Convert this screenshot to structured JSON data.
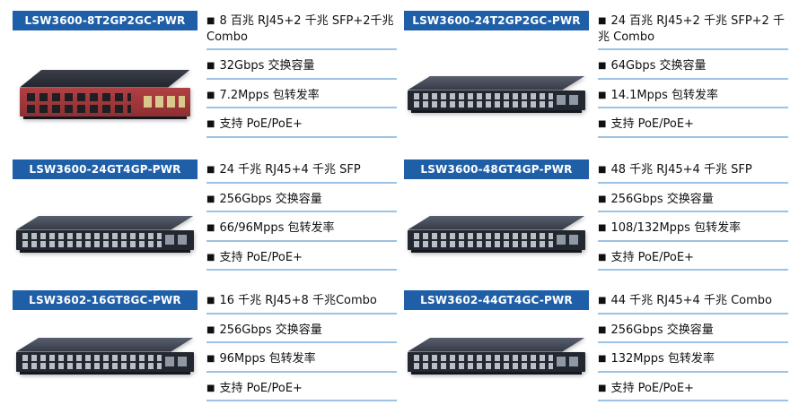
{
  "ui": {
    "bullet": "■"
  },
  "colors": {
    "header_bg": "#1f5fa8",
    "header_text": "#ffffff",
    "divider": "#9cc2e5"
  },
  "products": [
    {
      "model": "LSW3600-8T2GP2GC-PWR",
      "style": "red",
      "specs": [
        "8 百兆 RJ45+2 千兆 SFP+2千兆 Combo",
        "32Gbps 交换容量",
        "7.2Mpps 包转发率",
        "支持 PoE/PoE+"
      ]
    },
    {
      "model": "LSW3600-24T2GP2GC-PWR",
      "style": "dark",
      "specs": [
        "24 百兆 RJ45+2 千兆 SFP+2 千兆 Combo",
        "64Gbps 交换容量",
        "14.1Mpps 包转发率",
        "支持 PoE/PoE+"
      ]
    },
    {
      "model": "LSW3600-24GT4GP-PWR",
      "style": "dark",
      "specs": [
        "24 千兆 RJ45+4 千兆 SFP",
        "256Gbps 交换容量",
        "66/96Mpps 包转发率",
        "支持 PoE/PoE+"
      ]
    },
    {
      "model": "LSW3600-48GT4GP-PWR",
      "style": "dark",
      "specs": [
        "48 千兆 RJ45+4 千兆 SFP",
        "256Gbps 交换容量",
        "108/132Mpps 包转发率",
        "支持 PoE/PoE+"
      ]
    },
    {
      "model": "LSW3602-16GT8GC-PWR",
      "style": "dark",
      "specs": [
        "16 千兆 RJ45+8 千兆Combo",
        "256Gbps 交换容量",
        "96Mpps 包转发率",
        "支持 PoE/PoE+"
      ]
    },
    {
      "model": "LSW3602-44GT4GC-PWR",
      "style": "dark",
      "specs": [
        "44 千兆 RJ45+4 千兆 Combo",
        "256Gbps 交换容量",
        "132Mpps 包转发率",
        "支持 PoE/PoE+"
      ]
    }
  ]
}
